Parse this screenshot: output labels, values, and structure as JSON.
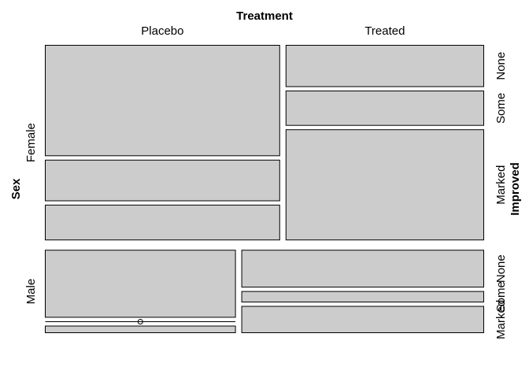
{
  "chart_data": {
    "type": "mosaic",
    "variables": {
      "top": "Treatment",
      "left": "Sex",
      "right": "Improved"
    },
    "treatment_levels": [
      "Placebo",
      "Treated"
    ],
    "sex_levels": [
      "Female",
      "Male"
    ],
    "improved_levels": [
      "None",
      "Some",
      "Marked"
    ],
    "counts": {
      "Female": {
        "Placebo": {
          "None": 19,
          "Some": 7,
          "Marked": 6
        },
        "Treated": {
          "None": 6,
          "Some": 5,
          "Marked": 16
        }
      },
      "Male": {
        "Placebo": {
          "None": 10,
          "Some": 0,
          "Marked": 1
        },
        "Treated": {
          "None": 7,
          "Some": 2,
          "Marked": 5
        }
      }
    },
    "fill_color": "#cccccc",
    "stroke_color": "#000000"
  }
}
